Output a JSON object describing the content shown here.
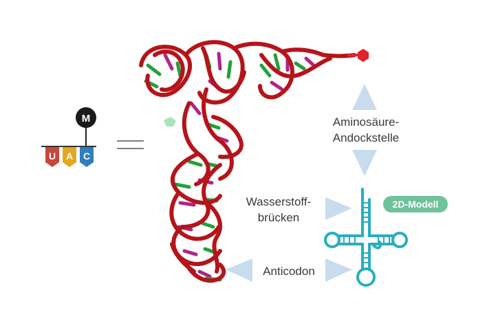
{
  "symbol": {
    "amino_acid_letter": "M",
    "anticodon_letters": [
      "U",
      "A",
      "C"
    ],
    "colors": {
      "U": "#c8463c",
      "A": "#e3a81e",
      "C": "#2f7fbd",
      "amino": "#1b1b1b"
    }
  },
  "labels": {
    "acceptor_line1": "Aminosäure-",
    "acceptor_line2": "Andockstelle",
    "hbond_line1": "Wasserstoff-",
    "hbond_line2": "brücken",
    "anticodon": "Anticodon",
    "model_badge": "2D-Modell"
  },
  "colors": {
    "backbone": "#b5141a",
    "base_green": "#22a13a",
    "base_magenta": "#b0258a",
    "arrow": "#c8dcee",
    "model": "#27aebf",
    "badge": "#6fc29a"
  }
}
